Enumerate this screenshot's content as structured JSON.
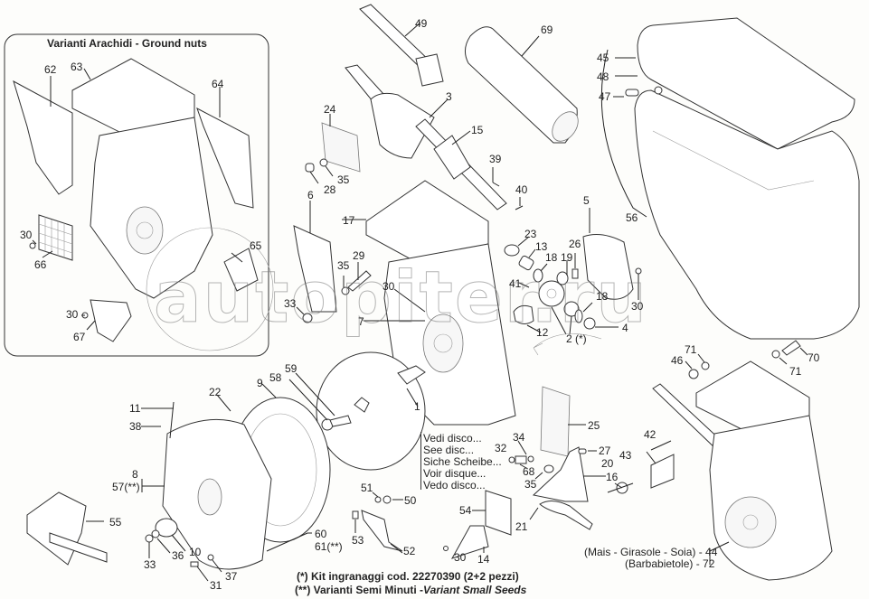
{
  "inset": {
    "title": "Varianti Arachidi - Ground nuts",
    "labels": [
      "62",
      "63",
      "64",
      "30",
      "66",
      "65",
      "30",
      "67"
    ]
  },
  "labels": {
    "p49": "49",
    "p69": "69",
    "p3": "3",
    "p15": "15",
    "p24": "24",
    "p35a": "35",
    "p28": "28",
    "p39": "39",
    "p40": "40",
    "p6": "6",
    "p17": "17",
    "p29": "29",
    "p35b": "35",
    "p33a": "33",
    "p30a": "30",
    "p7": "7",
    "p23": "23",
    "p13": "13",
    "p18a": "18",
    "p19": "19",
    "p26": "26",
    "p5": "5",
    "p41": "41",
    "p18b": "18",
    "p12": "12",
    "p2": "2 (*)",
    "p4": "4",
    "p30b": "30",
    "p45": "45",
    "p48": "48",
    "p47": "47",
    "p56": "56",
    "p71a": "71",
    "p46": "46",
    "p70": "70",
    "p71b": "71",
    "p1": "1",
    "p59": "59",
    "p58": "58",
    "p9": "9",
    "p22": "22",
    "p11": "11",
    "p38": "38",
    "p8": "8",
    "p57": "57(**)",
    "p55": "55",
    "p10": "10",
    "p36": "36",
    "p33b": "33",
    "p37": "37",
    "p31": "31",
    "p60": "60",
    "p61": "61(**)",
    "p51": "51",
    "p50": "50",
    "p53": "53",
    "p52": "52",
    "p54": "54",
    "p30c": "30",
    "p14": "14",
    "p25": "25",
    "p34": "34",
    "p32": "32",
    "p68": "68",
    "p35c": "35",
    "p27": "27",
    "p16": "16",
    "p21": "21",
    "p20": "20",
    "p42": "42",
    "p43": "43"
  },
  "disc_note": [
    "Vedi  disco...",
    "See disc...",
    "Siche Scheibe...",
    "Voir disque...",
    "Vedo disco..."
  ],
  "variant_note": [
    "(Mais - Girasole - Soia) - 44",
    "(Barbabietole) - 72"
  ],
  "footnotes": {
    "kit": "(*) Kit ingranaggi cod. 22270390 (2+2 pezzi)",
    "small_seeds_prefix": "(**) Varianti Semi Minuti -",
    "small_seeds_italic": "Variant Small Seeds"
  },
  "watermark": "autopiter.ru"
}
